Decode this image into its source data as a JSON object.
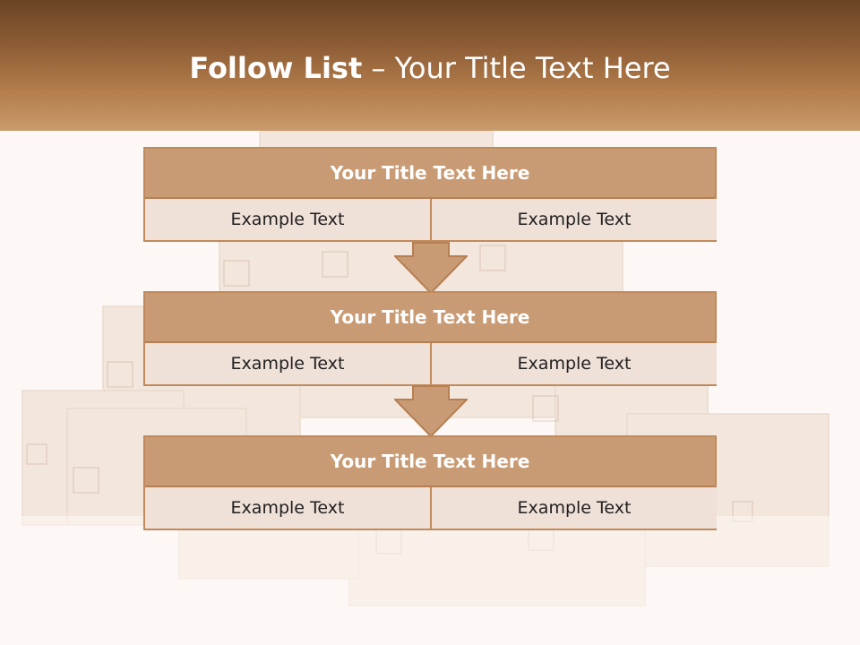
{
  "header": {
    "title_bold": "Follow List",
    "title_rest": " – Your Title Text Here"
  },
  "steps": [
    {
      "title": "Your Title Text Here",
      "left": "Example Text",
      "right": "Example Text"
    },
    {
      "title": "Your Title Text Here",
      "left": "Example Text",
      "right": "Example Text"
    },
    {
      "title": "Your Title Text Here",
      "left": "Example Text",
      "right": "Example Text"
    }
  ],
  "colors": {
    "header_dark": "#6a4424",
    "header_light": "#c99b6c",
    "block_title_bg": "#c99b74",
    "cell_bg": "#efe0d8",
    "border": "#c08a5c"
  }
}
